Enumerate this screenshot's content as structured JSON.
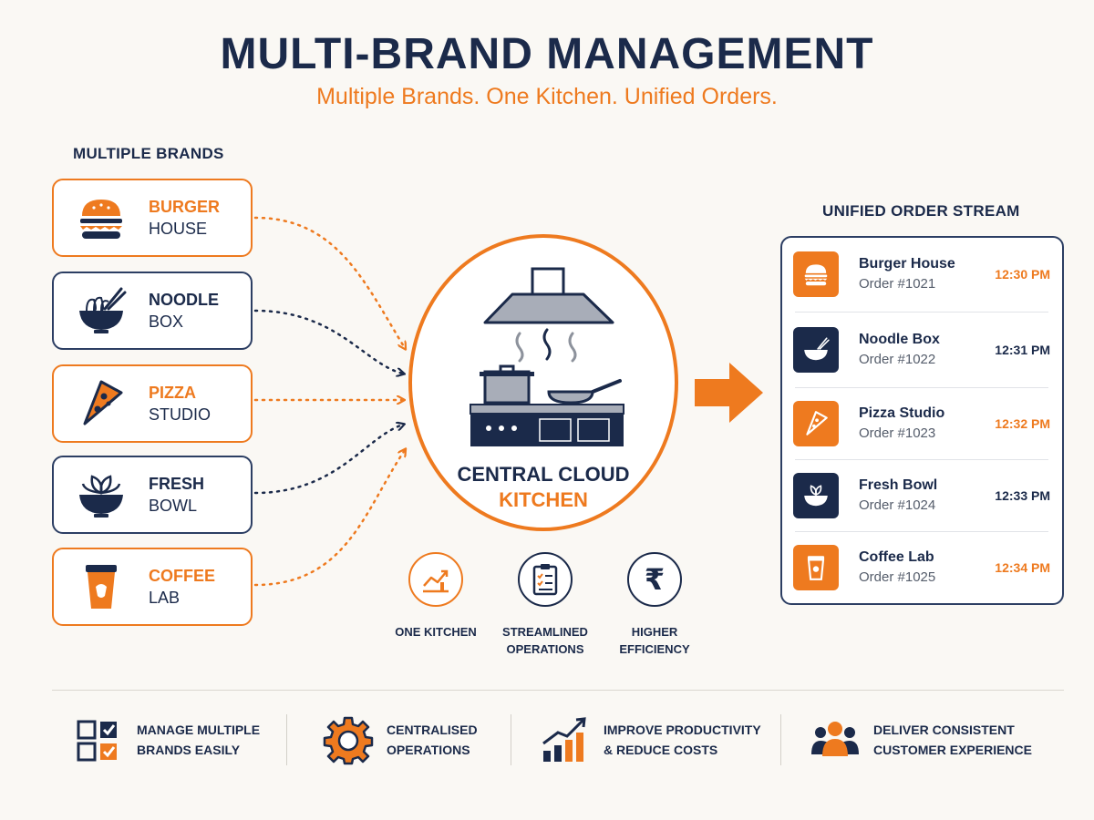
{
  "header": {
    "title": "MULTI-BRAND MANAGEMENT",
    "subtitle": "Multiple Brands. One Kitchen. Unified Orders."
  },
  "brands": {
    "label": "MULTIPLE BRANDS",
    "items": [
      {
        "line1": "BURGER",
        "line2": "HOUSE",
        "icon": "burger-icon",
        "accent": "orange"
      },
      {
        "line1": "NOODLE",
        "line2": "BOX",
        "icon": "noodle-bowl-icon",
        "accent": "navy"
      },
      {
        "line1": "PIZZA",
        "line2": "STUDIO",
        "icon": "pizza-slice-icon",
        "accent": "orange"
      },
      {
        "line1": "FRESH",
        "line2": "BOWL",
        "icon": "salad-bowl-icon",
        "accent": "navy"
      },
      {
        "line1": "COFFEE",
        "line2": "LAB",
        "icon": "coffee-cup-icon",
        "accent": "orange"
      }
    ]
  },
  "kitchen": {
    "line1": "CENTRAL CLOUD",
    "line2": "KITCHEN",
    "icon": "kitchen-stove-icon"
  },
  "benefits": [
    {
      "label_line1": "ONE KITCHEN",
      "label_line2": "",
      "icon": "growth-chart-icon"
    },
    {
      "label_line1": "STREAMLINED",
      "label_line2": "OPERATIONS",
      "icon": "clipboard-checklist-icon"
    },
    {
      "label_line1": "HIGHER",
      "label_line2": "EFFICIENCY",
      "icon": "rupee-icon"
    }
  ],
  "orders": {
    "label": "UNIFIED ORDER STREAM",
    "items": [
      {
        "brand": "Burger House",
        "order": "Order #1021",
        "time": "12:30 PM",
        "icon": "burger-icon",
        "accent": "orange"
      },
      {
        "brand": "Noodle Box",
        "order": "Order #1022",
        "time": "12:31 PM",
        "icon": "noodle-bowl-icon",
        "accent": "navy"
      },
      {
        "brand": "Pizza Studio",
        "order": "Order #1023",
        "time": "12:32 PM",
        "icon": "pizza-slice-icon",
        "accent": "orange"
      },
      {
        "brand": "Fresh Bowl",
        "order": "Order #1024",
        "time": "12:33 PM",
        "icon": "salad-bowl-icon",
        "accent": "navy"
      },
      {
        "brand": "Coffee Lab",
        "order": "Order #1025",
        "time": "12:34 PM",
        "icon": "coffee-cup-icon",
        "accent": "orange"
      }
    ]
  },
  "footer": [
    {
      "line1": "MANAGE MULTIPLE",
      "line2": "BRANDS EASILY",
      "icon": "checkbox-grid-icon"
    },
    {
      "line1": "CENTRALISED",
      "line2": "OPERATIONS",
      "icon": "gear-icon"
    },
    {
      "line1": "IMPROVE PRODUCTIVITY",
      "line2": "& REDUCE COSTS",
      "icon": "rising-bars-icon"
    },
    {
      "line1": "DELIVER CONSISTENT",
      "line2": "CUSTOMER EXPERIENCE",
      "icon": "people-group-icon"
    }
  ],
  "colors": {
    "navy": "#1b2a4a",
    "orange": "#ee7a1f",
    "background": "#faf8f4"
  }
}
